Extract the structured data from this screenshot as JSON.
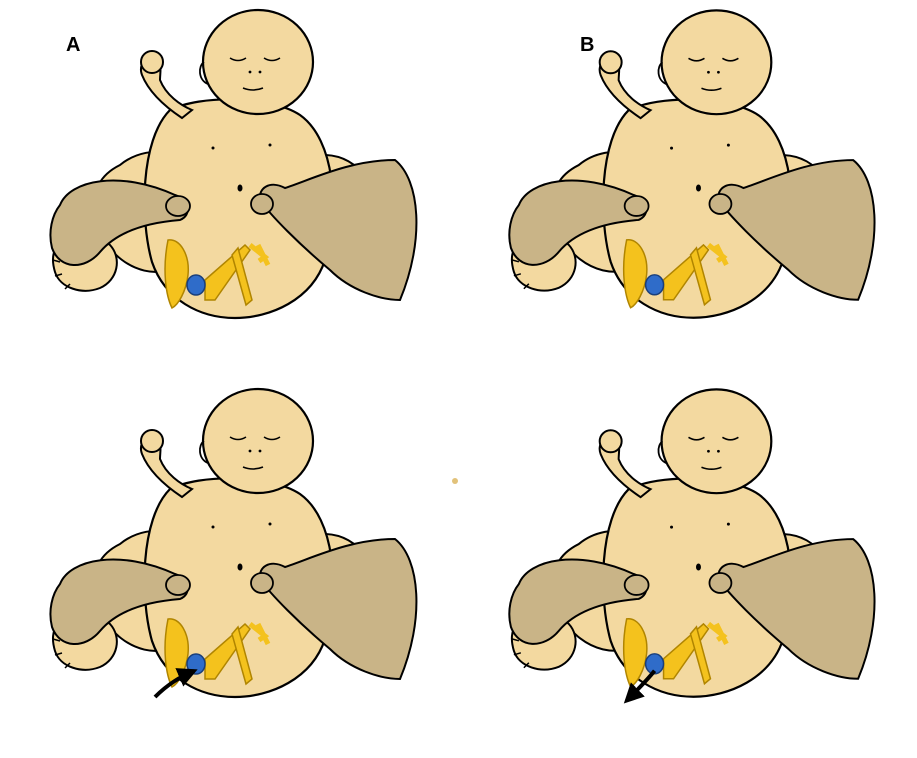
{
  "labels": {
    "a": "A",
    "b": "B"
  },
  "colors": {
    "skin": "#f3d9a0",
    "hand": "#c9b487",
    "bone": "#f4c21d",
    "femoral_head": "#2f6cc9",
    "outline": "#000000"
  },
  "scenes": [
    {
      "id": "a1",
      "column": "A",
      "row": "top",
      "hip": "reduced",
      "arrow": "none"
    },
    {
      "id": "b1",
      "column": "B",
      "row": "top",
      "hip": "reduced",
      "arrow": "none"
    },
    {
      "id": "a2",
      "column": "A",
      "row": "bottom",
      "hip": "relocating",
      "arrow": "inward"
    },
    {
      "id": "b2",
      "column": "B",
      "row": "bottom",
      "hip": "dislocating",
      "arrow": "outward"
    }
  ]
}
